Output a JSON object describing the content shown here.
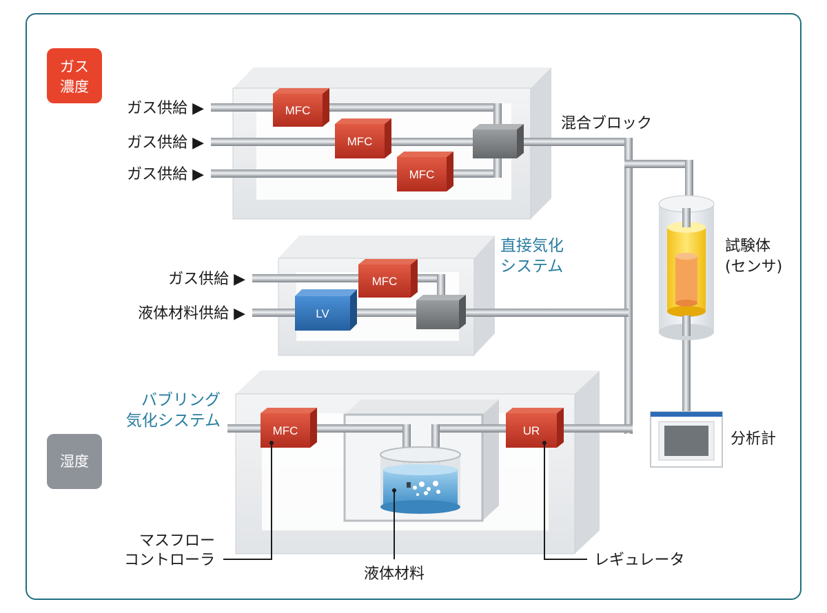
{
  "badges": {
    "gas_concentration": [
      "ガス",
      "濃度"
    ],
    "humidity": "湿度"
  },
  "gas_concentration_section": {
    "gas_supply_labels": [
      "ガス供給 ▶",
      "ガス供給 ▶",
      "ガス供給 ▶"
    ],
    "mfc_labels": [
      "MFC",
      "MFC",
      "MFC"
    ],
    "mixing_block_label": "混合ブロック"
  },
  "direct_vaporization_section": {
    "title_lines": [
      "直接気化",
      "システム"
    ],
    "gas_supply_label": "ガス供給 ▶",
    "liquid_supply_label": "液体材料供給 ▶",
    "mfc_label": "MFC",
    "lv_label": "LV"
  },
  "bubbling_section": {
    "title_lines": [
      "バブリング",
      "気化システム"
    ],
    "mfc_label": "MFC",
    "ur_label": "UR",
    "liquid_material_label": "液体材料",
    "regulator_label": "レギュレータ",
    "mass_flow_controller_lines": [
      "マスフロー",
      "コントローラ"
    ]
  },
  "test_specimen_lines": [
    "試験体",
    "(センサ)"
  ],
  "analyzer_label": "分析計",
  "colors": {
    "frame": "#1f6f7f",
    "badge_gas": "#e8442b",
    "badge_humidity": "#8e939a",
    "mfc_red": "#c73a2a",
    "lv_blue": "#2c6db5",
    "title_blue": "#2a7da0"
  }
}
